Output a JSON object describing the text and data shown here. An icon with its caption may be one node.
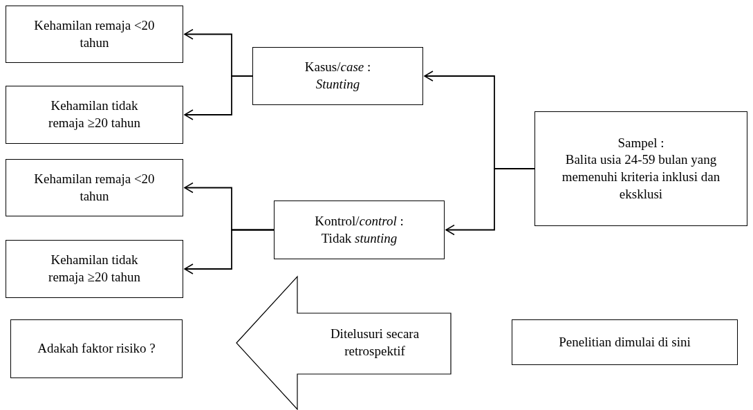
{
  "diagram": {
    "nodes": [
      {
        "text": [
          "Kehamilan remaja <20 tahun"
        ]
      },
      {
        "text": [
          "Kehamilan tidak remaja ≥20 tahun"
        ]
      },
      {
        "text": [
          "Kasus/*case* : *Stunting*"
        ]
      },
      {
        "text": [
          "Kehamilan remaja <20 tahun"
        ]
      },
      {
        "text": [
          "Kehamilan tidak remaja ≥20 tahun"
        ]
      },
      {
        "text": [
          "Kontrol/*control* : Tidak *stunting*"
        ]
      },
      {
        "text": [
          "Sampel :",
          "Balita usia 24-59 bulan yang memenuhi kriteria inklusi dan eksklusi"
        ]
      },
      {
        "text": [
          "Adakah faktor risiko ?"
        ]
      },
      {
        "text": [
          "Ditelusuri secara retrospektif"
        ]
      },
      {
        "text": [
          "Penelitian dimulai di sini"
        ]
      }
    ],
    "edges": [
      {
        "from": 2,
        "to": 0,
        "arrow": "to"
      },
      {
        "from": 2,
        "to": 1,
        "arrow": "to"
      },
      {
        "from": 6,
        "to": 2,
        "arrow": "to"
      },
      {
        "from": 6,
        "to": 5,
        "arrow": "to"
      },
      {
        "from": 5,
        "to": 3,
        "arrow": "to"
      },
      {
        "from": 5,
        "to": 4,
        "arrow": "to"
      }
    ]
  }
}
